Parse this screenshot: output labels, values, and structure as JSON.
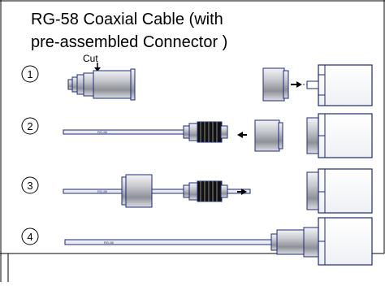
{
  "title": {
    "line1": "RG-58 Coaxial Cable (with",
    "line2": "pre-assembled Connector )"
  },
  "steps": [
    {
      "number": "1",
      "annotation": "Cut"
    },
    {
      "number": "2",
      "cable_label": "RG-58"
    },
    {
      "number": "3",
      "cable_label": "RG-58"
    },
    {
      "number": "4",
      "cable_label": "RG-58"
    }
  ],
  "colors": {
    "outline": "#1c2a7a",
    "metal_light": "#d8dade",
    "metal_dark": "#8c8f96",
    "knurl": "#111111"
  }
}
